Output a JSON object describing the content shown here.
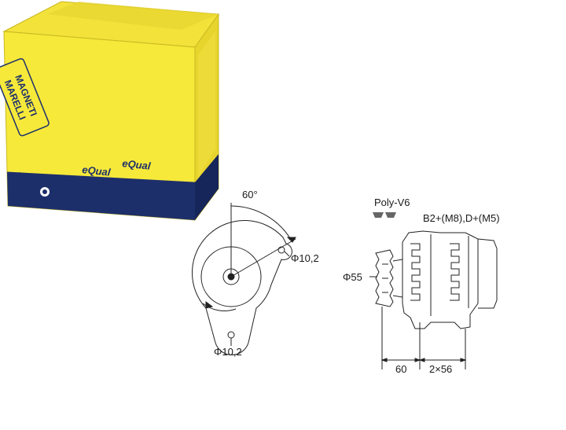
{
  "box": {
    "brand_line1": "MAGNETI",
    "brand_line2": "MARELLI",
    "equal_label": "eQual",
    "colors": {
      "yellow": "#f6e93a",
      "navy": "#1d2f6b",
      "white": "#ffffff"
    }
  },
  "front_view": {
    "angle_label": "60°",
    "hole_top_label": "Φ10,2",
    "hole_bottom_label": "Φ10,2"
  },
  "side_view": {
    "pulley_label": "Poly-V6",
    "terminals_label": "B2+(M8),D+(M5)",
    "diameter_label": "Φ55",
    "dim_left_label": "60",
    "dim_right_label": "2×56"
  }
}
